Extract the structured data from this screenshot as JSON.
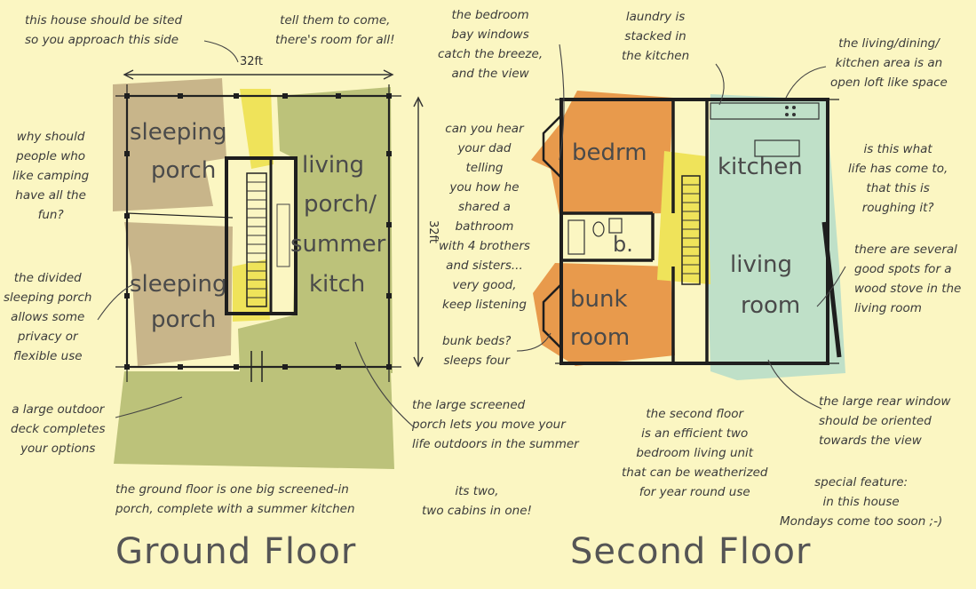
{
  "dimensions": {
    "width": "32ft",
    "depth": "32ft"
  },
  "ground_floor": {
    "title": "Ground Floor",
    "rooms": {
      "sleeping_porch_1": [
        "sleeping",
        "porch"
      ],
      "sleeping_porch_2": [
        "sleeping",
        "porch"
      ],
      "living_porch": [
        "living",
        "porch/",
        "summer",
        "kitch"
      ]
    },
    "notes": {
      "approach": "this house should be sited\nso you approach this side",
      "come": "tell them to come,\nthere's room for all!",
      "camping": "why should\npeople who\nlike camping\nhave all the\nfun?",
      "divided": "the divided\nsleeping porch\nallows some\nprivacy or\nflexible use",
      "deck": "a large outdoor\ndeck completes\nyour options",
      "screened": "the large screened\nporch lets you move your\nlife outdoors in the summer",
      "ground_summary": "the ground floor is one big screened-in\nporch, complete with a summer kitchen"
    }
  },
  "middle_notes": {
    "bay": "the bedroom\nbay windows\ncatch the breeze,\nand the view",
    "dad": "can you hear\nyour dad\ntelling\nyou how he\nshared a\nbathroom\nwith 4 brothers\nand sisters...\nvery good,\nkeep listening",
    "bunk": "bunk beds?\nsleeps four",
    "two_cabins": "its two,\ntwo cabins in one!"
  },
  "second_floor": {
    "title": "Second Floor",
    "rooms": {
      "bedrm": "bedrm",
      "bath": "b.",
      "bunk": [
        "bunk",
        "room"
      ],
      "kitchen": "kitchen",
      "living": [
        "living",
        "room"
      ]
    },
    "notes": {
      "laundry": "laundry is\nstacked in\nthe kitchen",
      "loft": "the living/dining/\nkitchen area is an\nopen loft like space",
      "roughing": "is this what\nlife has come to,\nthat this is\nroughing it?",
      "stove": "there are several\ngood spots for a\nwood stove in the\nliving room",
      "rear_window": "the large rear window\nshould be oriented\ntowards the view",
      "efficient": "the second floor\nis an efficient two\nbedroom living unit\nthat can be weatherized\nfor year round use",
      "special": "special feature:\nin this house\nMondays come too soon ;-)"
    }
  },
  "colors": {
    "background": "#fbf6c2",
    "sleeping_porch": "#c8b58a",
    "living_porch": "#bcc27a",
    "stair_yellow": "#efe35a",
    "bedroom_orange": "#e89a4c",
    "living_blue": "#bfe0c8",
    "wall": "#1e1e1e"
  }
}
